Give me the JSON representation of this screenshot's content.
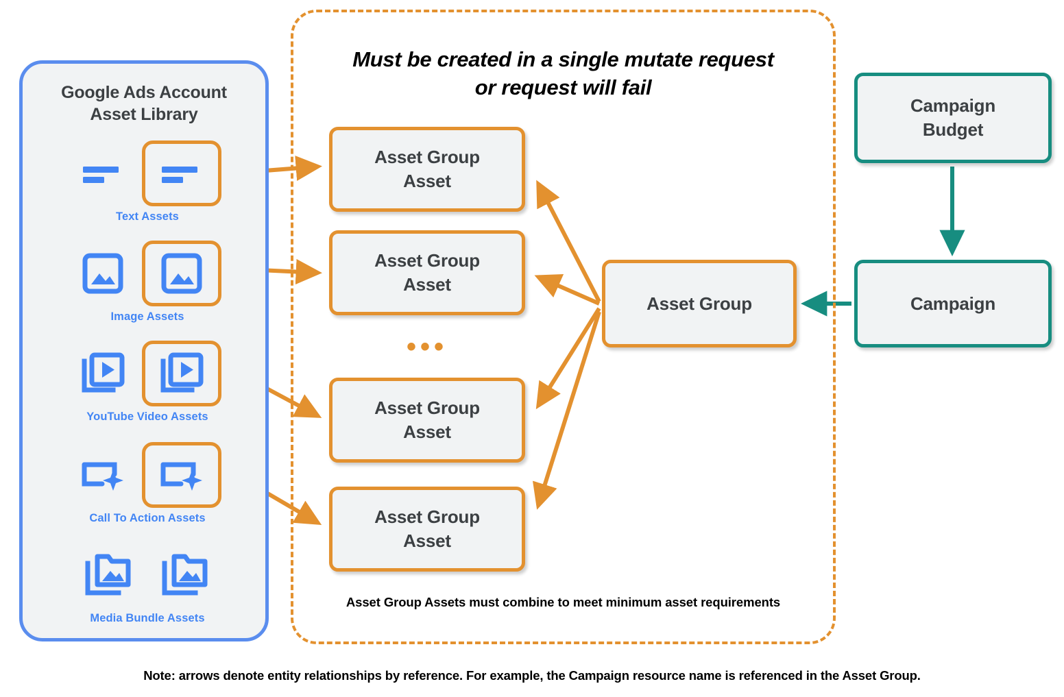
{
  "library": {
    "title": "Google Ads Account\nAsset Library",
    "title_line1": "Google Ads Account",
    "title_line2": "Asset Library",
    "border_color": "#5a8dee",
    "accent_color": "#4285f4",
    "assets": [
      {
        "caption": "Text Assets",
        "icon": "text-lines-icon",
        "highlighted": true
      },
      {
        "caption": "Image Assets",
        "icon": "image-icon",
        "highlighted": true
      },
      {
        "caption": "YouTube Video  Assets",
        "icon": "video-stack-icon",
        "highlighted": true
      },
      {
        "caption": "Call To Action Assets",
        "icon": "call-to-action-icon",
        "highlighted": true
      },
      {
        "caption": "Media Bundle  Assets",
        "icon": "media-bundle-icon",
        "highlighted": false
      }
    ]
  },
  "mutate_container": {
    "heading_line1": "Must be created in a single mutate request",
    "heading_line2": "or request will fail",
    "footnote": "Asset Group Assets must combine to meet minimum asset requirements",
    "border_color": "#e3912f",
    "ellipsis": "•••"
  },
  "nodes": {
    "asset_group_assets": [
      {
        "label": "Asset Group Asset",
        "line1": "Asset Group",
        "line2": "Asset"
      },
      {
        "label": "Asset Group Asset",
        "line1": "Asset Group",
        "line2": "Asset"
      },
      {
        "label": "Asset Group Asset",
        "line1": "Asset Group",
        "line2": "Asset"
      },
      {
        "label": "Asset Group Asset",
        "line1": "Asset Group",
        "line2": "Asset"
      }
    ],
    "asset_group": {
      "label": "Asset Group",
      "color": "#e3912f"
    },
    "campaign_budget": {
      "line1": "Campaign",
      "line2": "Budget",
      "color": "#178d80"
    },
    "campaign": {
      "label": "Campaign",
      "color": "#178d80"
    }
  },
  "note": "Note: arrows denote entity relationships by reference. For example, the Campaign resource name is referenced in the Asset Group.",
  "colors": {
    "orange": "#e3912f",
    "teal": "#178d80",
    "blue": "#5a8dee",
    "blue_icon": "#4285f4",
    "node_fill": "#f1f3f4",
    "text_dark": "#3c4043"
  }
}
